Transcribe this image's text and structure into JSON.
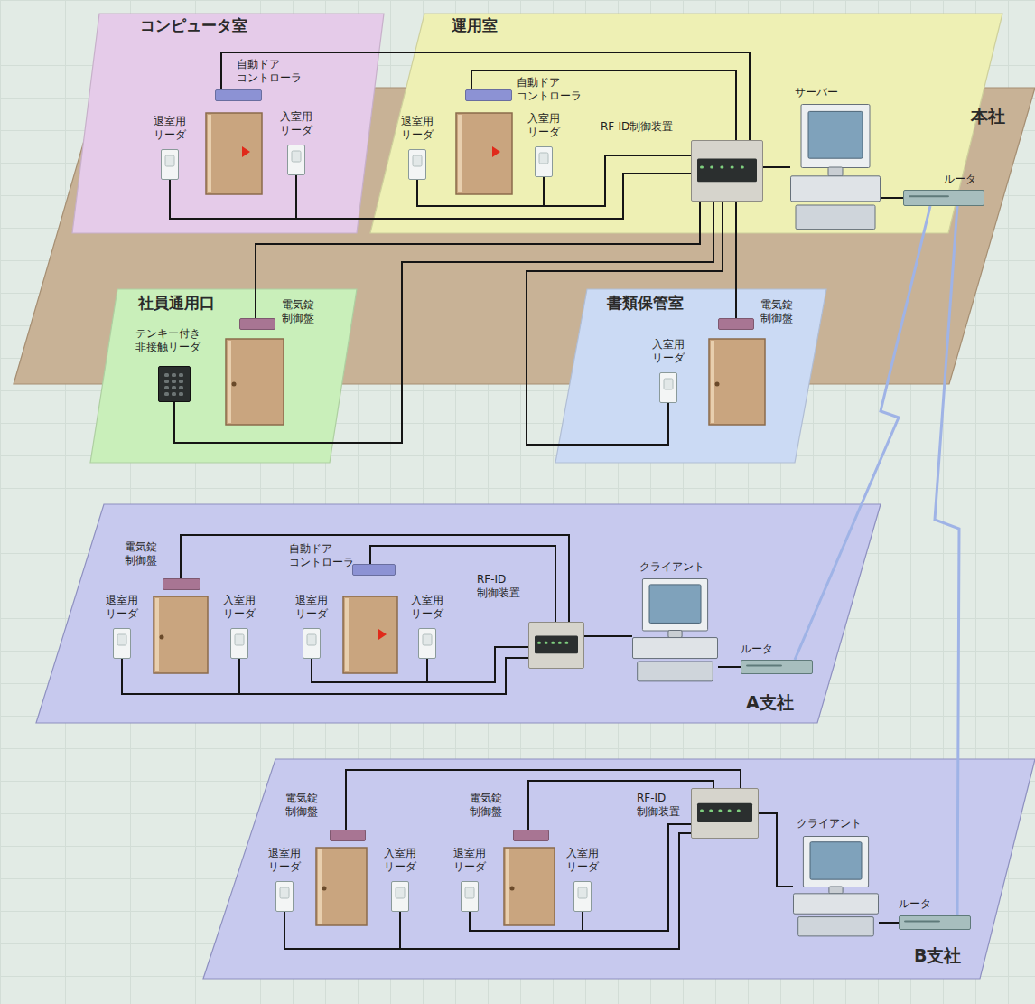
{
  "diagram": {
    "nodes": [
      {
        "text": [
          "本社"
        ]
      },
      {
        "text": [
          "コンピュータ室"
        ],
        "in": 0
      },
      {
        "text": [
          "自動ドア コントローラ"
        ],
        "in": 1
      },
      {
        "text": [
          "退室用 リーダ"
        ],
        "in": 1
      },
      {
        "text": [
          "入室用 リーダ"
        ],
        "in": 1
      },
      {
        "text": [
          "運用室"
        ],
        "in": 0
      },
      {
        "text": [
          "自動ドア コントローラ"
        ],
        "in": 5
      },
      {
        "text": [
          "退室用 リーダ"
        ],
        "in": 5
      },
      {
        "text": [
          "入室用 リーダ"
        ],
        "in": 5
      },
      {
        "text": [
          "RF-ID制御装置"
        ],
        "in": 5
      },
      {
        "text": [
          "サーバー"
        ],
        "in": 5
      },
      {
        "text": [
          "ルータ"
        ],
        "in": 0
      },
      {
        "text": [
          "社員通用口"
        ],
        "in": 0
      },
      {
        "text": [
          "電気錠 制御盤"
        ],
        "in": 12
      },
      {
        "text": [
          "テンキー付き 非接触リーダ"
        ],
        "in": 12
      },
      {
        "text": [
          "書類保管室"
        ],
        "in": 0
      },
      {
        "text": [
          "入室用 リーダ"
        ],
        "in": 15
      },
      {
        "text": [
          "電気錠 制御盤"
        ],
        "in": 15
      },
      {
        "text": [
          "A支社"
        ]
      },
      {
        "text": [
          "電気錠 制御盤"
        ],
        "in": 18
      },
      {
        "text": [
          "退室用 リーダ"
        ],
        "in": 18
      },
      {
        "text": [
          "入室用 リーダ"
        ],
        "in": 18
      },
      {
        "text": [
          "自動ドア コントローラ"
        ],
        "in": 18
      },
      {
        "text": [
          "退室用 リーダ"
        ],
        "in": 18
      },
      {
        "text": [
          "入室用 リーダ"
        ],
        "in": 18
      },
      {
        "text": [
          "RF-ID 制御装置"
        ],
        "in": 18
      },
      {
        "text": [
          "クライアント"
        ],
        "in": 18
      },
      {
        "text": [
          "ルータ"
        ],
        "in": 18
      },
      {
        "text": [
          "B支社"
        ]
      },
      {
        "text": [
          "電気錠 制御盤"
        ],
        "in": 28
      },
      {
        "text": [
          "退室用 リーダ"
        ],
        "in": 28
      },
      {
        "text": [
          "入室用 リーダ"
        ],
        "in": 28
      },
      {
        "text": [
          "電気錠 制御盤"
        ],
        "in": 28
      },
      {
        "text": [
          "退室用 リーダ"
        ],
        "in": 28
      },
      {
        "text": [
          "入室用 リーダ"
        ],
        "in": 28
      },
      {
        "text": [
          "RF-ID 制御装置"
        ],
        "in": 28
      },
      {
        "text": [
          "クライアント"
        ],
        "in": 28
      },
      {
        "text": [
          "ルータ"
        ],
        "in": 28
      }
    ],
    "edges": [
      {
        "from": 2,
        "to": 9,
        "arrow": "none"
      },
      {
        "from": 3,
        "to": 9,
        "arrow": "none"
      },
      {
        "from": 4,
        "to": 9,
        "arrow": "none"
      },
      {
        "from": 6,
        "to": 9,
        "arrow": "none"
      },
      {
        "from": 7,
        "to": 9,
        "arrow": "none"
      },
      {
        "from": 8,
        "to": 9,
        "arrow": "none"
      },
      {
        "from": 9,
        "to": 10,
        "arrow": "none"
      },
      {
        "from": 10,
        "to": 11,
        "arrow": "none"
      },
      {
        "from": 13,
        "to": 9,
        "arrow": "none"
      },
      {
        "from": 14,
        "to": 9,
        "arrow": "none"
      },
      {
        "from": 16,
        "to": 9,
        "arrow": "none"
      },
      {
        "from": 17,
        "to": 9,
        "arrow": "none"
      },
      {
        "from": 11,
        "to": 27,
        "arrow": "none"
      },
      {
        "from": 19,
        "to": 25,
        "arrow": "none"
      },
      {
        "from": 20,
        "to": 25,
        "arrow": "none"
      },
      {
        "from": 21,
        "to": 25,
        "arrow": "none"
      },
      {
        "from": 22,
        "to": 25,
        "arrow": "none"
      },
      {
        "from": 23,
        "to": 25,
        "arrow": "none"
      },
      {
        "from": 24,
        "to": 25,
        "arrow": "none"
      },
      {
        "from": 25,
        "to": 26,
        "arrow": "none"
      },
      {
        "from": 26,
        "to": 27,
        "arrow": "none"
      },
      {
        "from": 11,
        "to": 37,
        "arrow": "none"
      },
      {
        "from": 29,
        "to": 35,
        "arrow": "none"
      },
      {
        "from": 30,
        "to": 35,
        "arrow": "none"
      },
      {
        "from": 31,
        "to": 35,
        "arrow": "none"
      },
      {
        "from": 32,
        "to": 35,
        "arrow": "none"
      },
      {
        "from": 33,
        "to": 35,
        "arrow": "none"
      },
      {
        "from": 34,
        "to": 35,
        "arrow": "none"
      },
      {
        "from": 35,
        "to": 36,
        "arrow": "none"
      },
      {
        "from": 36,
        "to": 37,
        "arrow": "none"
      }
    ]
  }
}
